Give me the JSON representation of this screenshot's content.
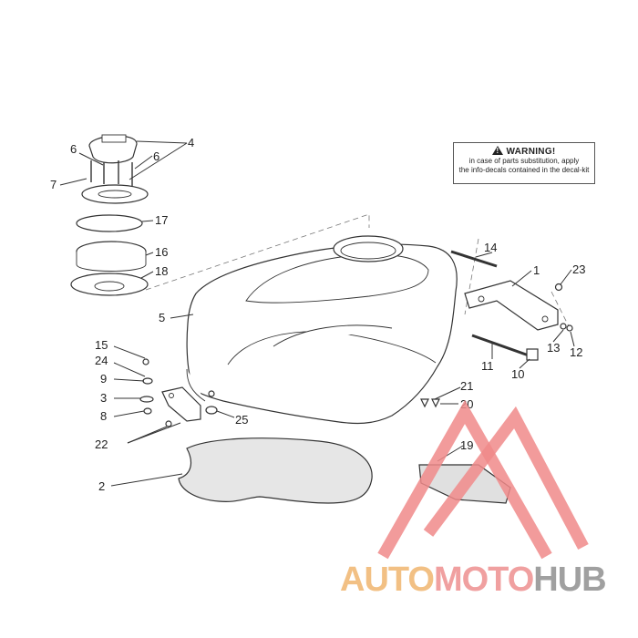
{
  "callouts": {
    "c1": "1",
    "c2": "2",
    "c3": "3",
    "c4": "4",
    "c5": "5",
    "c6a": "6",
    "c6b": "6",
    "c7": "7",
    "c8": "8",
    "c9": "9",
    "c10": "10",
    "c11": "11",
    "c12": "12",
    "c13": "13",
    "c14": "14",
    "c15": "15",
    "c16": "16",
    "c17": "17",
    "c18": "18",
    "c19": "19",
    "c20": "20",
    "c21": "21",
    "c22": "22",
    "c23": "23",
    "c24": "24",
    "c25": "25"
  },
  "warning": {
    "title": "WARNING!",
    "line1": "in case of parts substitution, apply",
    "line2": "the info-decals contained in the decal-kit"
  },
  "watermark": {
    "part1": "AUTO",
    "part2": "MOTO",
    "part3": "HUB",
    "colors": {
      "auto": "#f2c084",
      "moto": "#f0a0a0",
      "hub": "#a0a0a0",
      "triangle": "#f08a8a"
    }
  }
}
